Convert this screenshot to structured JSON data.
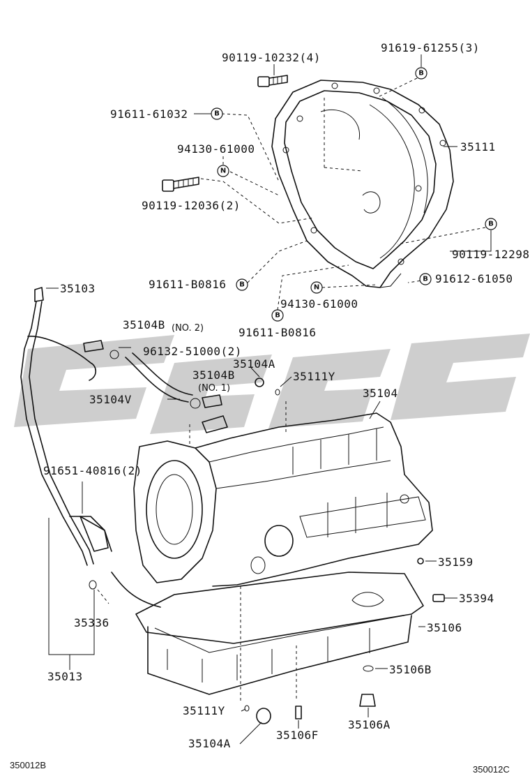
{
  "labels": {
    "p90119_10232": "90119-10232(4)",
    "p91619_61255": "91619-61255(3)",
    "p91611_61032": "91611-61032",
    "p35111": "35111",
    "p94130_61000_top": "94130-61000",
    "p90119_12036": "90119-12036(2)",
    "p90119_12298": "90119-12298",
    "p91611_B0816_left": "91611-B0816",
    "p91612_61050": "91612-61050",
    "p94130_61000_bot": "94130-61000",
    "p91611_B0816_mid": "91611-B0816",
    "p35103": "35103",
    "p35104B_no2": "35104B",
    "no2": "(NO. 2)",
    "p96132_51000": "96132-51000(2)",
    "p35104A_top": "35104A",
    "p35104B_no1": "35104B",
    "no1": "(NO. 1)",
    "p35111Y_top": "35111Y",
    "p35104V": "35104V",
    "p35104": "35104",
    "p91651_40816": "91651-40816(2)",
    "p35159": "35159",
    "p35394": "35394",
    "p35336": "35336",
    "p35106": "35106",
    "p35013": "35013",
    "p35106B": "35106B",
    "p35111Y_bot": "35111Y",
    "p35106A": "35106A",
    "p35104A_bot": "35104A",
    "p35106F": "35106F"
  },
  "callouts": {
    "B": "B",
    "N": "N"
  },
  "footer": {
    "left_code": "350012B",
    "right_code": "350012C"
  },
  "watermark_color": "#bdbdbd"
}
